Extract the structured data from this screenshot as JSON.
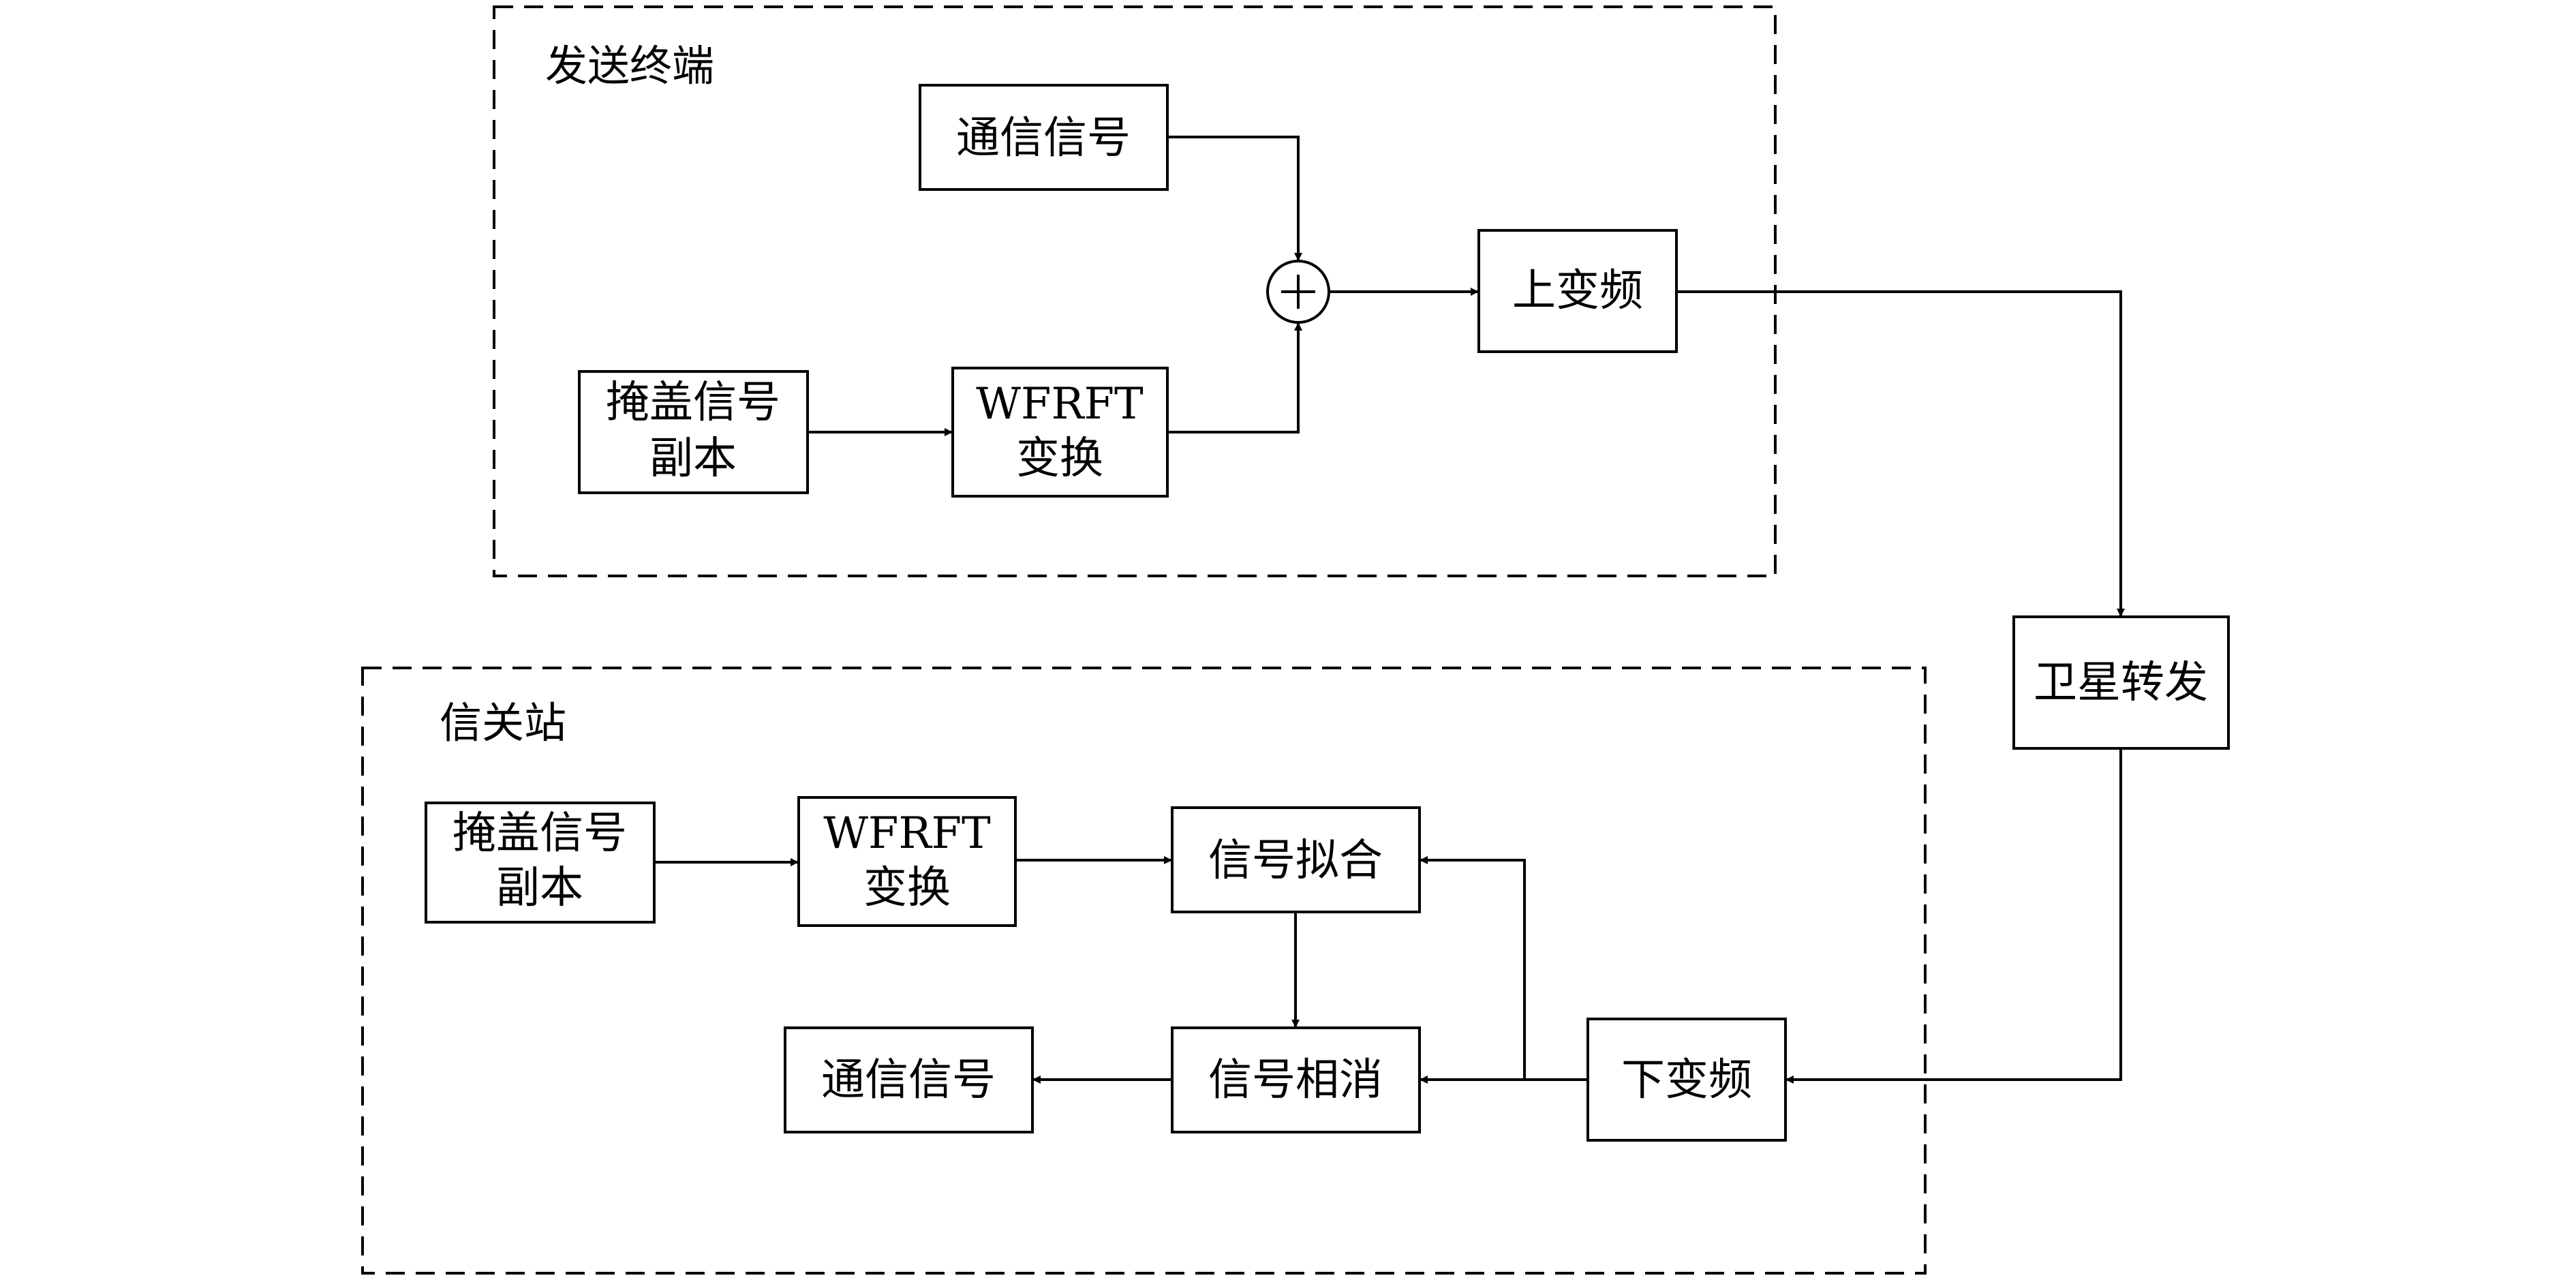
{
  "groups": {
    "transmitter": {
      "title": "发送终端"
    },
    "gateway": {
      "title": "信关站"
    }
  },
  "blocks": {
    "tx_comm_signal": {
      "label": "通信信号"
    },
    "tx_cover_replica": {
      "line1": "掩盖信号",
      "line2": "副本"
    },
    "tx_wfrft": {
      "line1": "WFRFT",
      "line2": "变换"
    },
    "upconvert": {
      "label": "上变频"
    },
    "satellite": {
      "label": "卫星转发"
    },
    "rx_cover_replica": {
      "line1": "掩盖信号",
      "line2": "副本"
    },
    "rx_wfrft": {
      "line1": "WFRFT",
      "line2": "变换"
    },
    "signal_fit": {
      "label": "信号拟合"
    },
    "signal_cancel": {
      "label": "信号相消"
    },
    "rx_comm_signal": {
      "label": "通信信号"
    },
    "downconvert": {
      "label": "下变频"
    }
  },
  "adder": {
    "symbol": "+"
  }
}
